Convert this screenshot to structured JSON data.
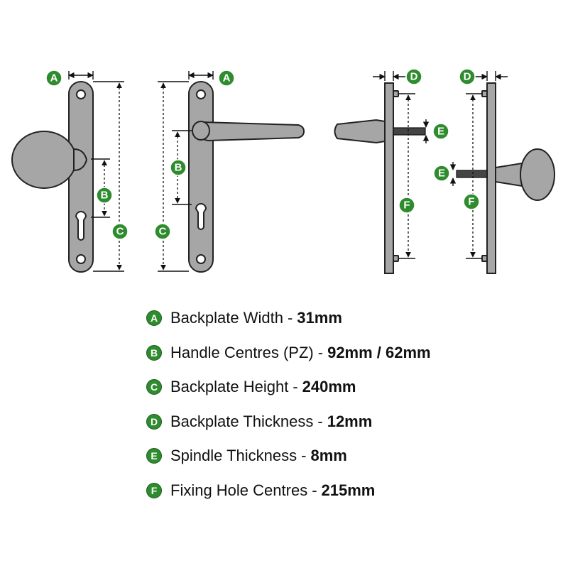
{
  "diagram_labels": [
    "A",
    "B",
    "C",
    "D",
    "E",
    "F"
  ],
  "legend": [
    {
      "letter": "A",
      "name": "Backplate Width",
      "sep": "-",
      "value": "31mm"
    },
    {
      "letter": "B",
      "name": "Handle Centres (PZ)",
      "sep": "-",
      "value": "92mm / 62mm"
    },
    {
      "letter": "C",
      "name": "Backplate Height",
      "sep": "-",
      "value": "240mm"
    },
    {
      "letter": "D",
      "name": "Backplate Thickness",
      "sep": "-",
      "value": "12mm"
    },
    {
      "letter": "E",
      "name": "Spindle Thickness",
      "sep": "-",
      "value": "8mm"
    },
    {
      "letter": "F",
      "name": "Fixing Hole Centres",
      "sep": "-",
      "value": "215mm"
    }
  ],
  "colors": {
    "badge": "#2e8b2e",
    "metal": "#a6a6a6",
    "spindle": "#444444",
    "outline": "#222222"
  }
}
